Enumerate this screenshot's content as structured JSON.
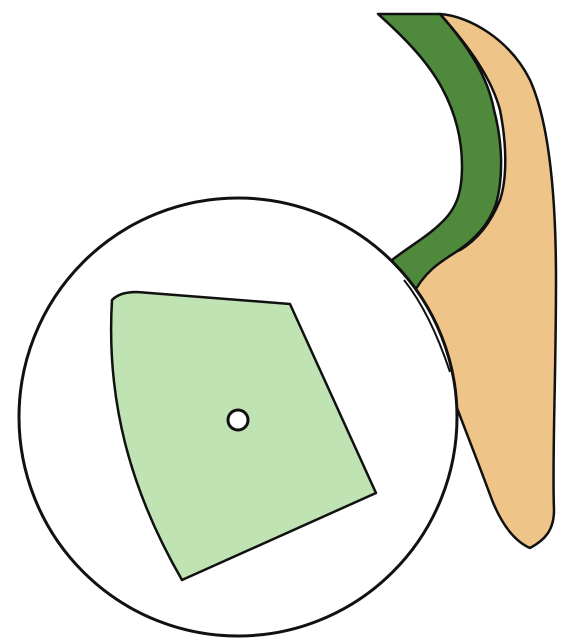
{
  "diagram": {
    "colors": {
      "background": "#ffffff",
      "outline": "#111111",
      "outer_band": "#efc488",
      "inner_band": "#4f8a3c",
      "plate_fill": "#bfe3b2",
      "circle_fill": "#ffffff",
      "center_marker_fill": "#ffffff"
    },
    "parts": [
      "outer-band",
      "inner-band",
      "magnifier-circle",
      "plate-region",
      "center-marker"
    ]
  }
}
